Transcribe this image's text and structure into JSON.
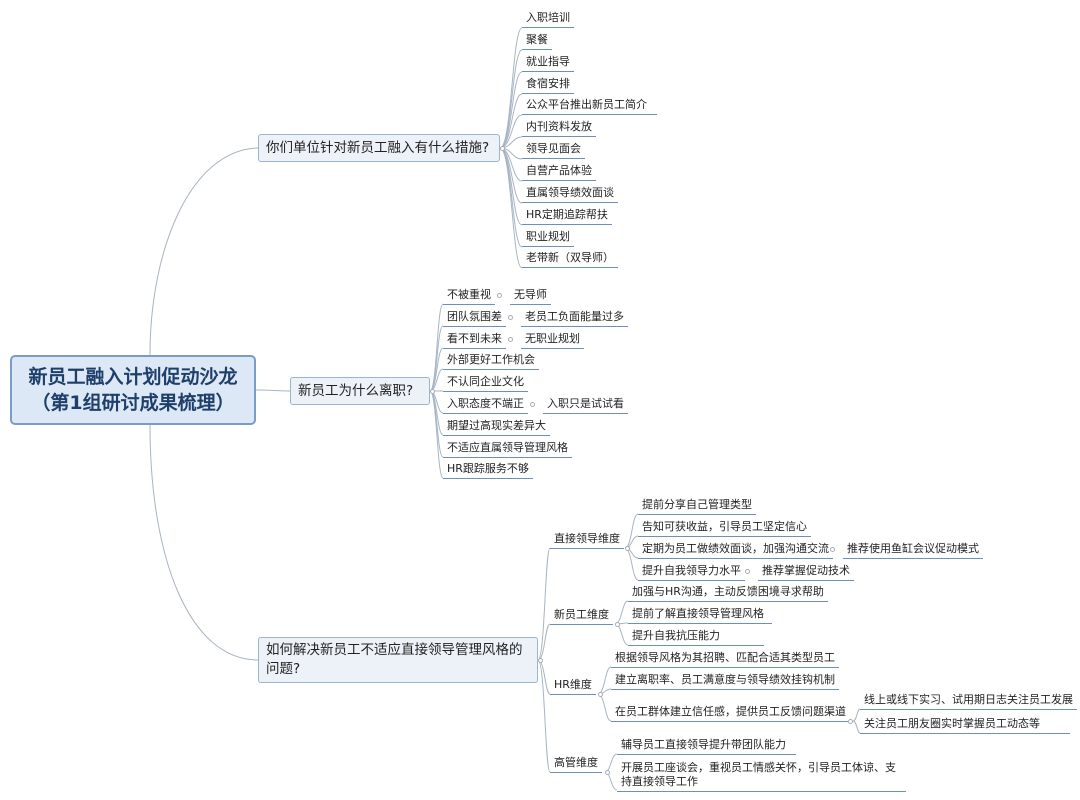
{
  "root": {
    "line1": "新员工融入计划促动沙龙",
    "line2": "（第1组研讨成果梳理）"
  },
  "b1": {
    "title": "你们单位针对新员工融入有什么措施?",
    "items": [
      "入职培训",
      "聚餐",
      "就业指导",
      "食宿安排",
      "公众平台推出新员工简介",
      "内刊资料发放",
      "领导见面会",
      "自营产品体验",
      "直属领导绩效面谈",
      "HR定期追踪帮扶",
      "职业规划",
      "老带新（双导师）"
    ]
  },
  "b2": {
    "title": "新员工为什么离职?",
    "items": [
      {
        "label": "不被重视",
        "sub": "无导师"
      },
      {
        "label": "团队氛围差",
        "sub": "老员工负面能量过多"
      },
      {
        "label": "看不到未来",
        "sub": "无职业规划"
      },
      {
        "label": "外部更好工作机会"
      },
      {
        "label": "不认同企业文化"
      },
      {
        "label": "入职态度不端正",
        "sub": "入职只是试试看"
      },
      {
        "label": "期望过高现实差异大"
      },
      {
        "label": "不适应直属领导管理风格"
      },
      {
        "label": "HR跟踪服务不够"
      }
    ]
  },
  "b3": {
    "title_line1": "如何解决新员工不适应直接领导管理风格的",
    "title_line2": "问题?",
    "d1": {
      "label": "直接领导维度",
      "items": [
        "提前分享自己管理类型",
        "告知可获收益，引导员工坚定信心",
        "定期为员工做绩效面谈，加强沟通交流",
        "提升自我领导力水平"
      ],
      "subs": [
        "推荐使用鱼缸会议促动模式",
        "推荐掌握促动技术"
      ]
    },
    "d2": {
      "label": "新员工维度",
      "items": [
        "加强与HR沟通，主动反馈困境寻求帮助",
        "提前了解直接领导管理风格",
        "提升自我抗压能力"
      ]
    },
    "d3": {
      "label": "HR维度",
      "items": [
        "根据领导风格为其招聘、匹配合适其类型员工",
        "建立离职率、员工满意度与领导绩效挂钩机制",
        "在员工群体建立信任感，提供员工反馈问题渠道"
      ],
      "subs": [
        "线上或线下实习、试用期日志关注员工发展",
        "关注员工朋友圈实时掌握员工动态等"
      ]
    },
    "d4": {
      "label": "高管维度",
      "items": [
        "辅导员工直接领导提升带团队能力",
        "开展员工座谈会，重视员工情感关怀，引导员工体谅、支",
        "持直接领导工作"
      ]
    }
  },
  "colors": {
    "line": "#a8b4c4",
    "underline": "#6f8fb5",
    "root_bg": "#dce8f6",
    "branch_bg": "#edf2f9"
  }
}
